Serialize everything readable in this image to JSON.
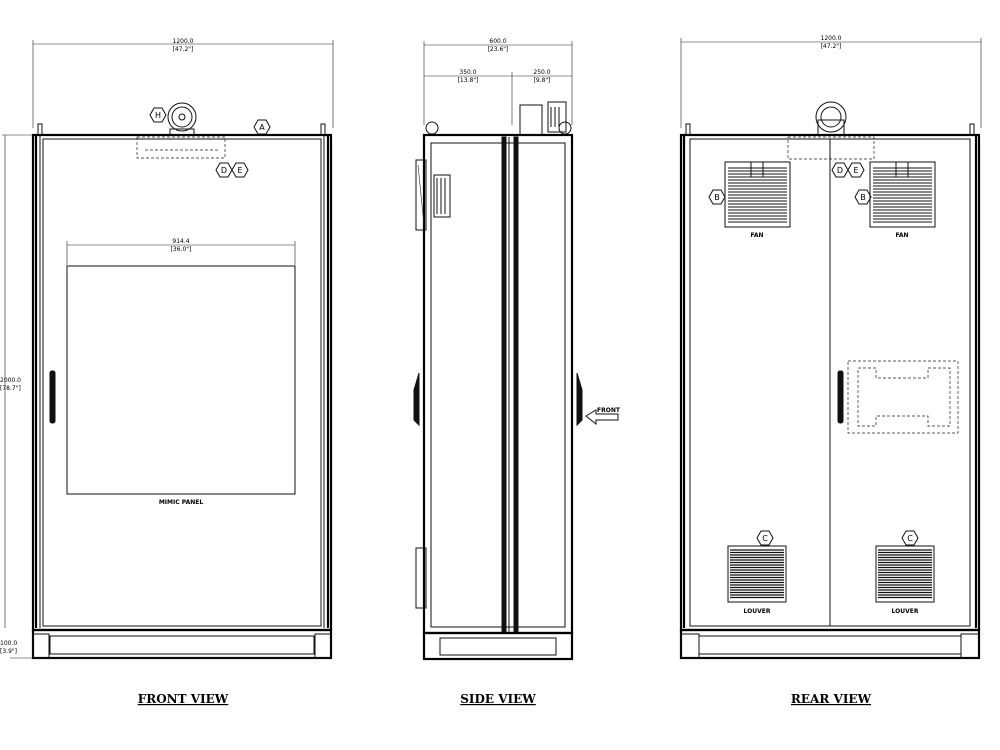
{
  "front": {
    "width_dim": "1200.0",
    "width_dim_in": "[47.2\"]",
    "panel_dim": "914.4",
    "panel_dim_in": "[36.0\"]",
    "height_dim": "2000.0",
    "height_dim_in": "[78.7\"]",
    "base_dim": "100.0",
    "base_dim_in": "[3.9\"]",
    "panel_label": "MIMIC PANEL",
    "title": "FRONT VIEW",
    "tag_h": "H",
    "tag_a": "A",
    "tag_d": "D",
    "tag_e": "E"
  },
  "side": {
    "depth_dim": "600.0",
    "depth_dim_in": "[23.6\"]",
    "left_dim": "350.0",
    "left_dim_in": "[13.8\"]",
    "right_dim": "250.0",
    "right_dim_in": "[9.8\"]",
    "front_label": "FRONT",
    "title": "SIDE VIEW"
  },
  "rear": {
    "width_dim": "1200.0",
    "width_dim_in": "[47.2\"]",
    "fan_label": "FAN",
    "louver_label": "LOUVER",
    "title": "REAR VIEW",
    "tag_b": "B",
    "tag_c": "C",
    "tag_d": "D",
    "tag_e": "E"
  }
}
